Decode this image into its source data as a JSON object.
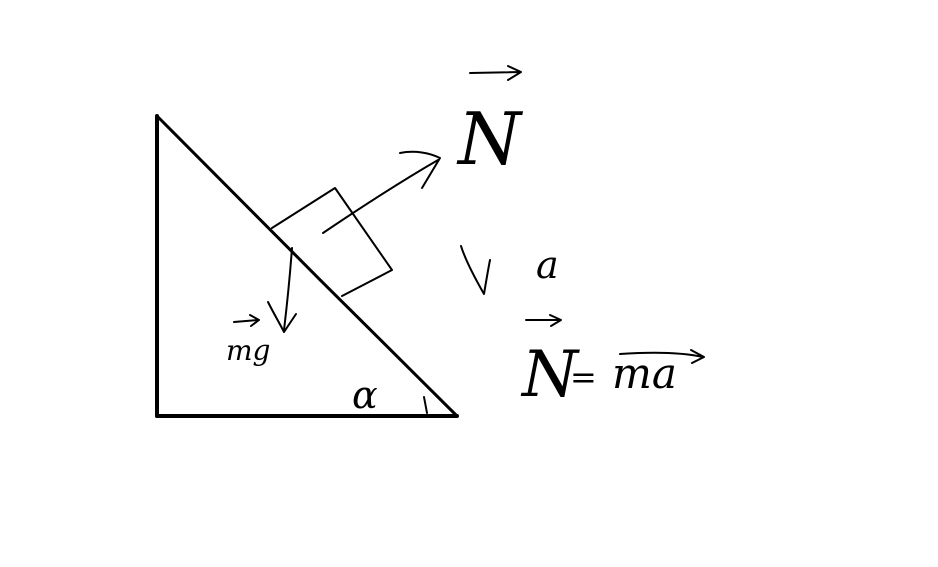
{
  "colors": {
    "background": "#ffffff",
    "ink": "#000000"
  },
  "diagram": {
    "angle_label": "α",
    "normal_force_label": "N",
    "weight_label": "mg",
    "acceleration_label": "a",
    "equation": {
      "lhs": "N",
      "equals": "=",
      "rhs": "ma"
    }
  }
}
